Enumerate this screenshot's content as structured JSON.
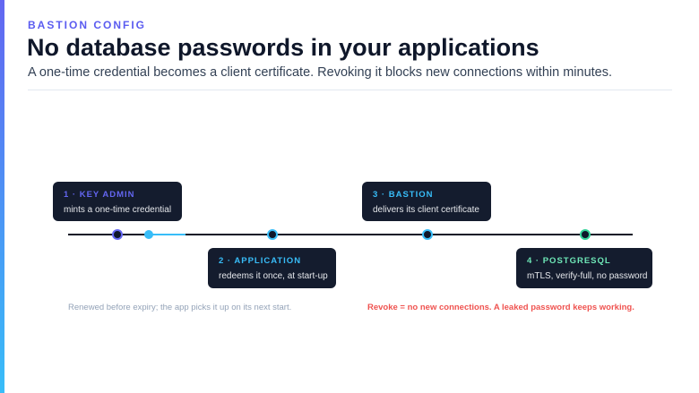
{
  "header": {
    "eyebrow": "BASTION CONFIG",
    "title": "No database passwords in your applications",
    "subtitle": "A one-time credential becomes a client certificate. Revoking it blocks new connections within minutes."
  },
  "steps": [
    {
      "label": "1 · KEY ADMIN",
      "text": "mints a one-time credential",
      "color": "#6366f1"
    },
    {
      "label": "2 · APPLICATION",
      "text": "redeems it once, at start-up",
      "color": "#38bdf8"
    },
    {
      "label": "3 · BASTION",
      "text": "delivers its client certificate",
      "color": "#38bdf8"
    },
    {
      "label": "4 · POSTGRESQL",
      "text": "mTLS, verify-full, no password",
      "color": "#6ee7b7"
    }
  ],
  "notes": {
    "renew": "Renewed before expiry; the app picks it up on its next start.",
    "revoke": "Revoke = no new connections. A leaked password keeps working."
  },
  "colors": {
    "accent": "#5b5cf0",
    "card_bg": "#141c2e",
    "timeline": "#111827",
    "renew_segment": "#38bdf8",
    "revoke_note": "#ef5350"
  }
}
